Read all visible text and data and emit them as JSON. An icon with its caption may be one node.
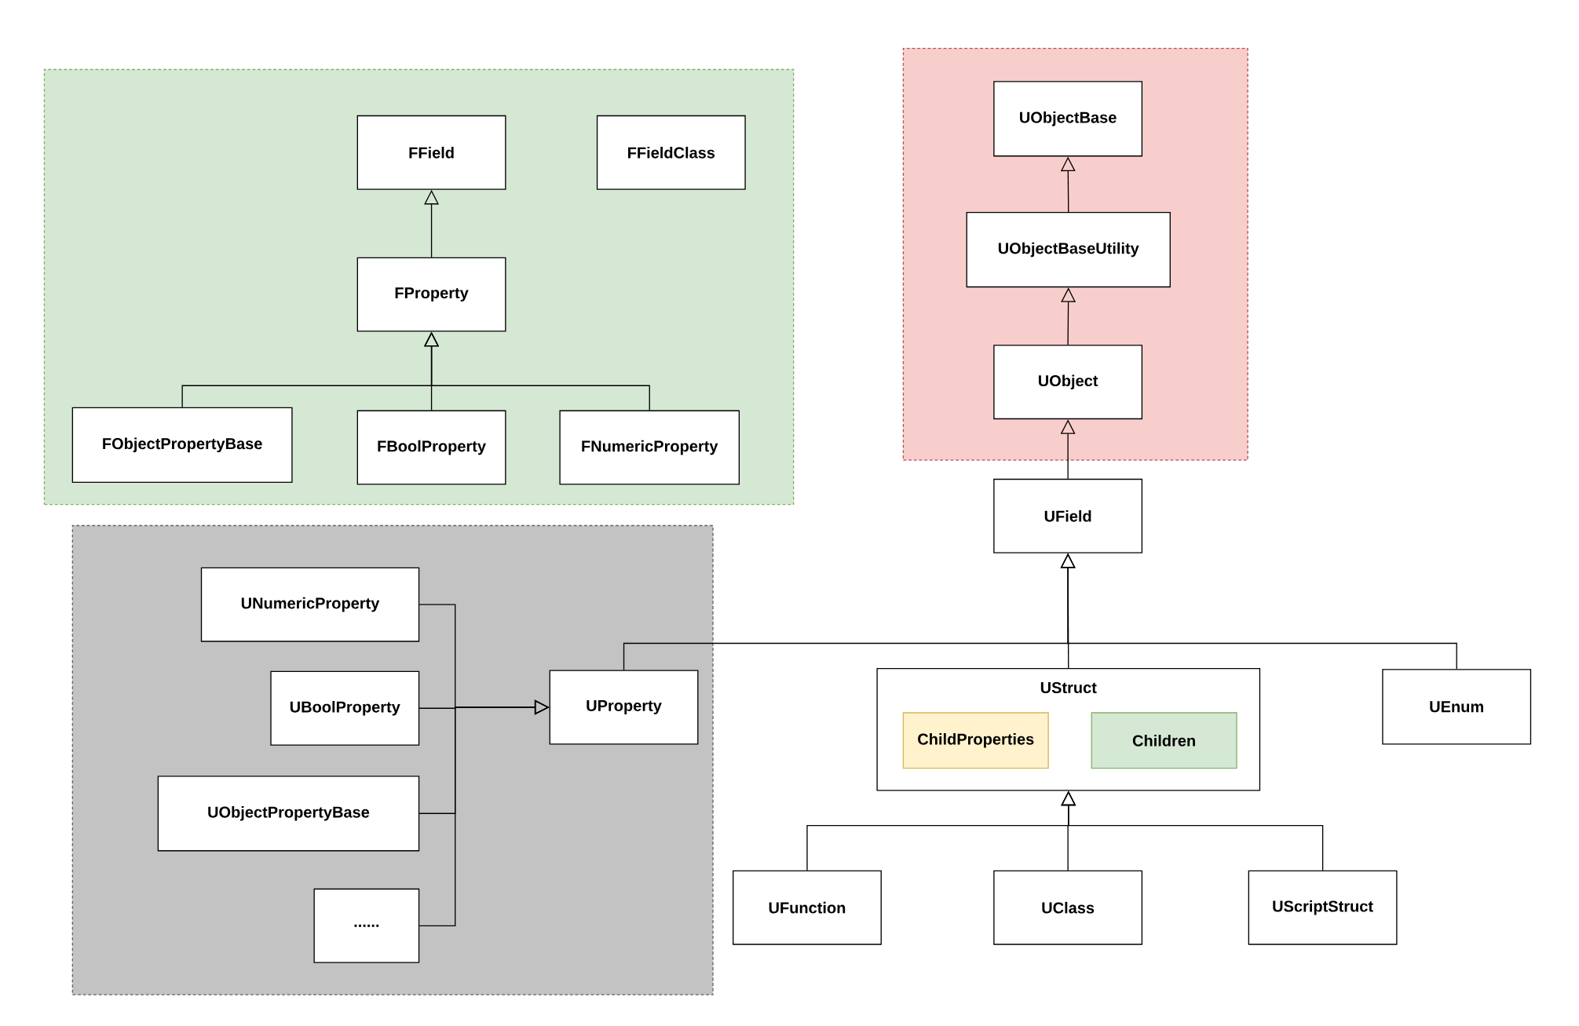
{
  "diagram": {
    "nodes": [
      {
        "text": [],
        "shape": "box"
      },
      {
        "text": [
          "FField"
        ],
        "in": 0
      },
      {
        "text": [
          "FFieldClass"
        ],
        "in": 0
      },
      {
        "text": [
          "FProperty"
        ],
        "in": 0
      },
      {
        "text": [
          "FObjectPropertyBase"
        ],
        "in": 0
      },
      {
        "text": [
          "FBoolProperty"
        ],
        "in": 0
      },
      {
        "text": [
          "FNumericProperty"
        ],
        "in": 0
      },
      {
        "text": [],
        "shape": "box"
      },
      {
        "text": [
          "UObjectBase"
        ],
        "in": 7
      },
      {
        "text": [
          "UObjectBaseUtility"
        ],
        "in": 7
      },
      {
        "text": [
          "UObject"
        ],
        "in": 7
      },
      {
        "text": [
          "UField"
        ]
      },
      {
        "text": [],
        "shape": "box"
      },
      {
        "text": [
          "UNumericProperty"
        ],
        "in": 12
      },
      {
        "text": [
          "UBoolProperty"
        ],
        "in": 12
      },
      {
        "text": [
          "UProperty"
        ],
        "in": 12
      },
      {
        "text": [
          "UObjectPropertyBase"
        ],
        "in": 12
      },
      {
        "text": [
          "......"
        ],
        "in": 12
      },
      {
        "text": [
          "UStruct"
        ]
      },
      {
        "text": [
          "ChildProperties"
        ],
        "in": 18
      },
      {
        "text": [
          "Children"
        ],
        "in": 18
      },
      {
        "text": [
          "UEnum"
        ]
      },
      {
        "text": [
          "UFunction"
        ]
      },
      {
        "text": [
          "UClass"
        ]
      },
      {
        "text": [
          "UScriptStruct"
        ]
      }
    ],
    "edges": [
      {
        "from": 3,
        "to": 1,
        "arrow": "to"
      },
      {
        "from": 4,
        "to": 3,
        "arrow": "to"
      },
      {
        "from": 5,
        "to": 3,
        "arrow": "to"
      },
      {
        "from": 6,
        "to": 3,
        "arrow": "to"
      },
      {
        "from": 9,
        "to": 8,
        "arrow": "to"
      },
      {
        "from": 10,
        "to": 9,
        "arrow": "to"
      },
      {
        "from": 11,
        "to": 10,
        "arrow": "to"
      },
      {
        "from": 15,
        "to": 11,
        "arrow": "to"
      },
      {
        "from": 18,
        "to": 11,
        "arrow": "to"
      },
      {
        "from": 21,
        "to": 11,
        "arrow": "to"
      },
      {
        "from": 13,
        "to": 15,
        "arrow": "to"
      },
      {
        "from": 14,
        "to": 15,
        "arrow": "to"
      },
      {
        "from": 16,
        "to": 15,
        "arrow": "to"
      },
      {
        "from": 17,
        "to": 15,
        "arrow": "to"
      },
      {
        "from": 22,
        "to": 18,
        "arrow": "to"
      },
      {
        "from": 23,
        "to": 18,
        "arrow": "to"
      },
      {
        "from": 24,
        "to": 18,
        "arrow": "to"
      }
    ]
  }
}
